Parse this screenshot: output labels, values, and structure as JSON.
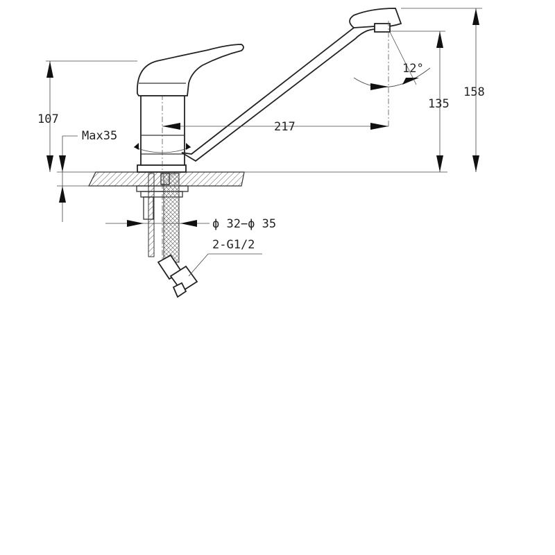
{
  "dimensions": {
    "height_handle": "107",
    "max_thickness": "Max35",
    "spout_reach": "217",
    "swivel_angle": "12°",
    "outlet_height": "135",
    "total_height": "158",
    "hole_diameter": "ϕ 32−ϕ 35",
    "connection": "2-G1/2"
  },
  "colors": {
    "line": "#333333",
    "hatch": "#555555",
    "background": "#ffffff"
  }
}
